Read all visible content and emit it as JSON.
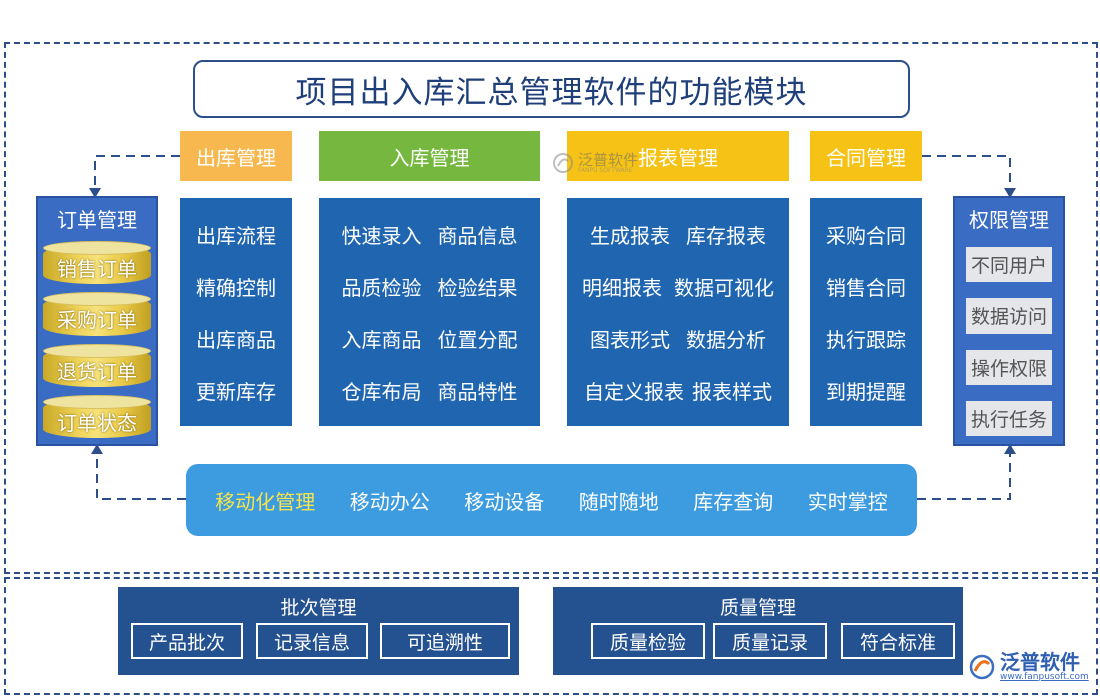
{
  "title": "项目出入库汇总管理软件的功能模块",
  "colors": {
    "frame": "#2c4f8a",
    "outbound_header": "#f7b84f",
    "inbound_header": "#76b83f",
    "report_header": "#f5c215",
    "contract_header": "#f5c215",
    "module_body": "#1f65b0",
    "side_panel": "#3a6cc4",
    "mobile_bar": "#3d9be0",
    "mobile_highlight": "#f7e44a",
    "bottom_group": "#24518f"
  },
  "watermark": {
    "text": "泛普软件",
    "subtext": "FANPU SOFTWARE"
  },
  "modules": {
    "outbound": {
      "header": "出库管理",
      "items": [
        "出库流程",
        "精确控制",
        "出库商品",
        "更新库存"
      ]
    },
    "inbound": {
      "header": "入库管理",
      "items": [
        [
          "快速录入",
          "商品信息"
        ],
        [
          "品质检验",
          "检验结果"
        ],
        [
          "入库商品",
          "位置分配"
        ],
        [
          "仓库布局",
          "商品特性"
        ]
      ]
    },
    "report": {
      "header": "报表管理",
      "items": [
        [
          "生成报表",
          "库存报表"
        ],
        [
          "明细报表",
          "数据可视化"
        ],
        [
          "图表形式",
          "数据分析"
        ],
        [
          "自定义报表",
          "报表样式"
        ]
      ]
    },
    "contract": {
      "header": "合同管理",
      "items": [
        "采购合同",
        "销售合同",
        "执行跟踪",
        "到期提醒"
      ]
    }
  },
  "order_panel": {
    "title": "订单管理",
    "items": [
      "销售订单",
      "采购订单",
      "退货订单",
      "订单状态"
    ]
  },
  "permission_panel": {
    "title": "权限管理",
    "items": [
      "不同用户",
      "数据访问",
      "操作权限",
      "执行任务"
    ]
  },
  "mobile": {
    "label": "移动化管理",
    "items": [
      "移动办公",
      "移动设备",
      "随时随地",
      "库存查询",
      "实时掌控"
    ]
  },
  "batch": {
    "title": "批次管理",
    "items": [
      "产品批次",
      "记录信息",
      "可追溯性"
    ]
  },
  "quality": {
    "title": "质量管理",
    "items": [
      "质量检验",
      "质量记录",
      "符合标准"
    ]
  },
  "logo": {
    "text": "泛普软件",
    "url": "www.fanpusoft.com"
  }
}
